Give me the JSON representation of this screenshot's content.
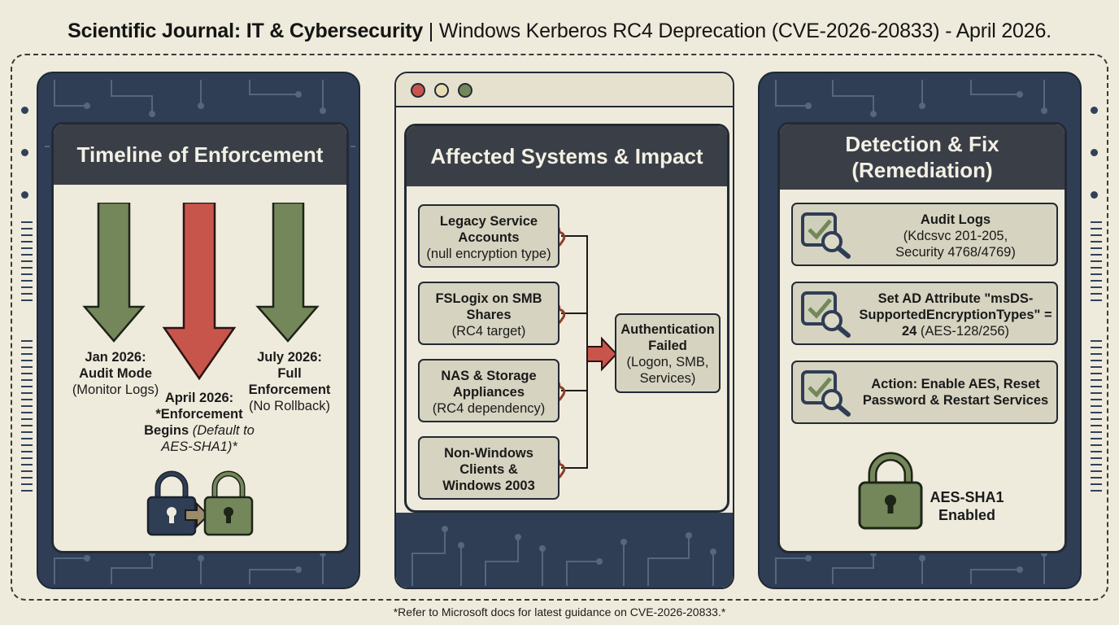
{
  "header": {
    "title_bold": "Scientific Journal: IT & Cybersecurity",
    "title_rest": " | Windows Kerberos RC4 Deprecation (CVE-2026-20833) - April 2026."
  },
  "footer": "*Refer to Microsoft docs for latest guidance on CVE-2026-20833.*",
  "colors": {
    "green": "#74875a",
    "red": "#c8554b",
    "navy": "#2f3d55",
    "paper": "#efebdc",
    "box": "#d6d3c0"
  },
  "timeline": {
    "heading": "Timeline of Enforcement",
    "jan": {
      "l1": "Jan 2026:",
      "l2": "Audit Mode",
      "l3": "(Monitor Logs)"
    },
    "april": {
      "l1": "April 2026:",
      "l2": "*Enforcement",
      "l3": "Begins",
      "l3i": " (Default to",
      "l4": "AES-SHA1)*"
    },
    "july": {
      "l1": "July 2026:",
      "l2": "Full",
      "l3": "Enforcement",
      "l4": "(No Rollback)"
    },
    "icons": [
      "lock-rc4-icon",
      "arrow-right-icon",
      "lock-aes-icon"
    ]
  },
  "impact": {
    "heading": "Affected Systems & Impact",
    "systems": [
      {
        "b1": "Legacy Service",
        "b2": "Accounts",
        "n": "(null encryption type)"
      },
      {
        "b1": "FSLogix on SMB",
        "b2": "Shares",
        "n": "(RC4 target)"
      },
      {
        "b1": "NAS & Storage",
        "b2": "Appliances",
        "n": "(RC4 dependency)"
      },
      {
        "b1": "Non-Windows",
        "b2": "Clients &",
        "b3": "Windows 2003"
      }
    ],
    "result": {
      "b1": "Authentication",
      "b2": "Failed",
      "n1": "(Logon, SMB,",
      "n2": "Services)"
    }
  },
  "remediation": {
    "heading1": "Detection & Fix",
    "heading2": "(Remediation)",
    "steps": [
      {
        "b": "Audit Logs",
        "n1": "(Kdcsvc 201-205,",
        "n2": "Security 4768/4769)"
      },
      {
        "b1": "Set AD Attribute \"msDS-",
        "b2": "SupportedEncryptionTypes\" =",
        "b3": "24",
        "n3": " (AES-128/256)"
      },
      {
        "b1": "Action: Enable AES, Reset",
        "b2": "Password & Restart Services"
      }
    ],
    "lock_label1": "AES-SHA1",
    "lock_label2": "Enabled"
  }
}
